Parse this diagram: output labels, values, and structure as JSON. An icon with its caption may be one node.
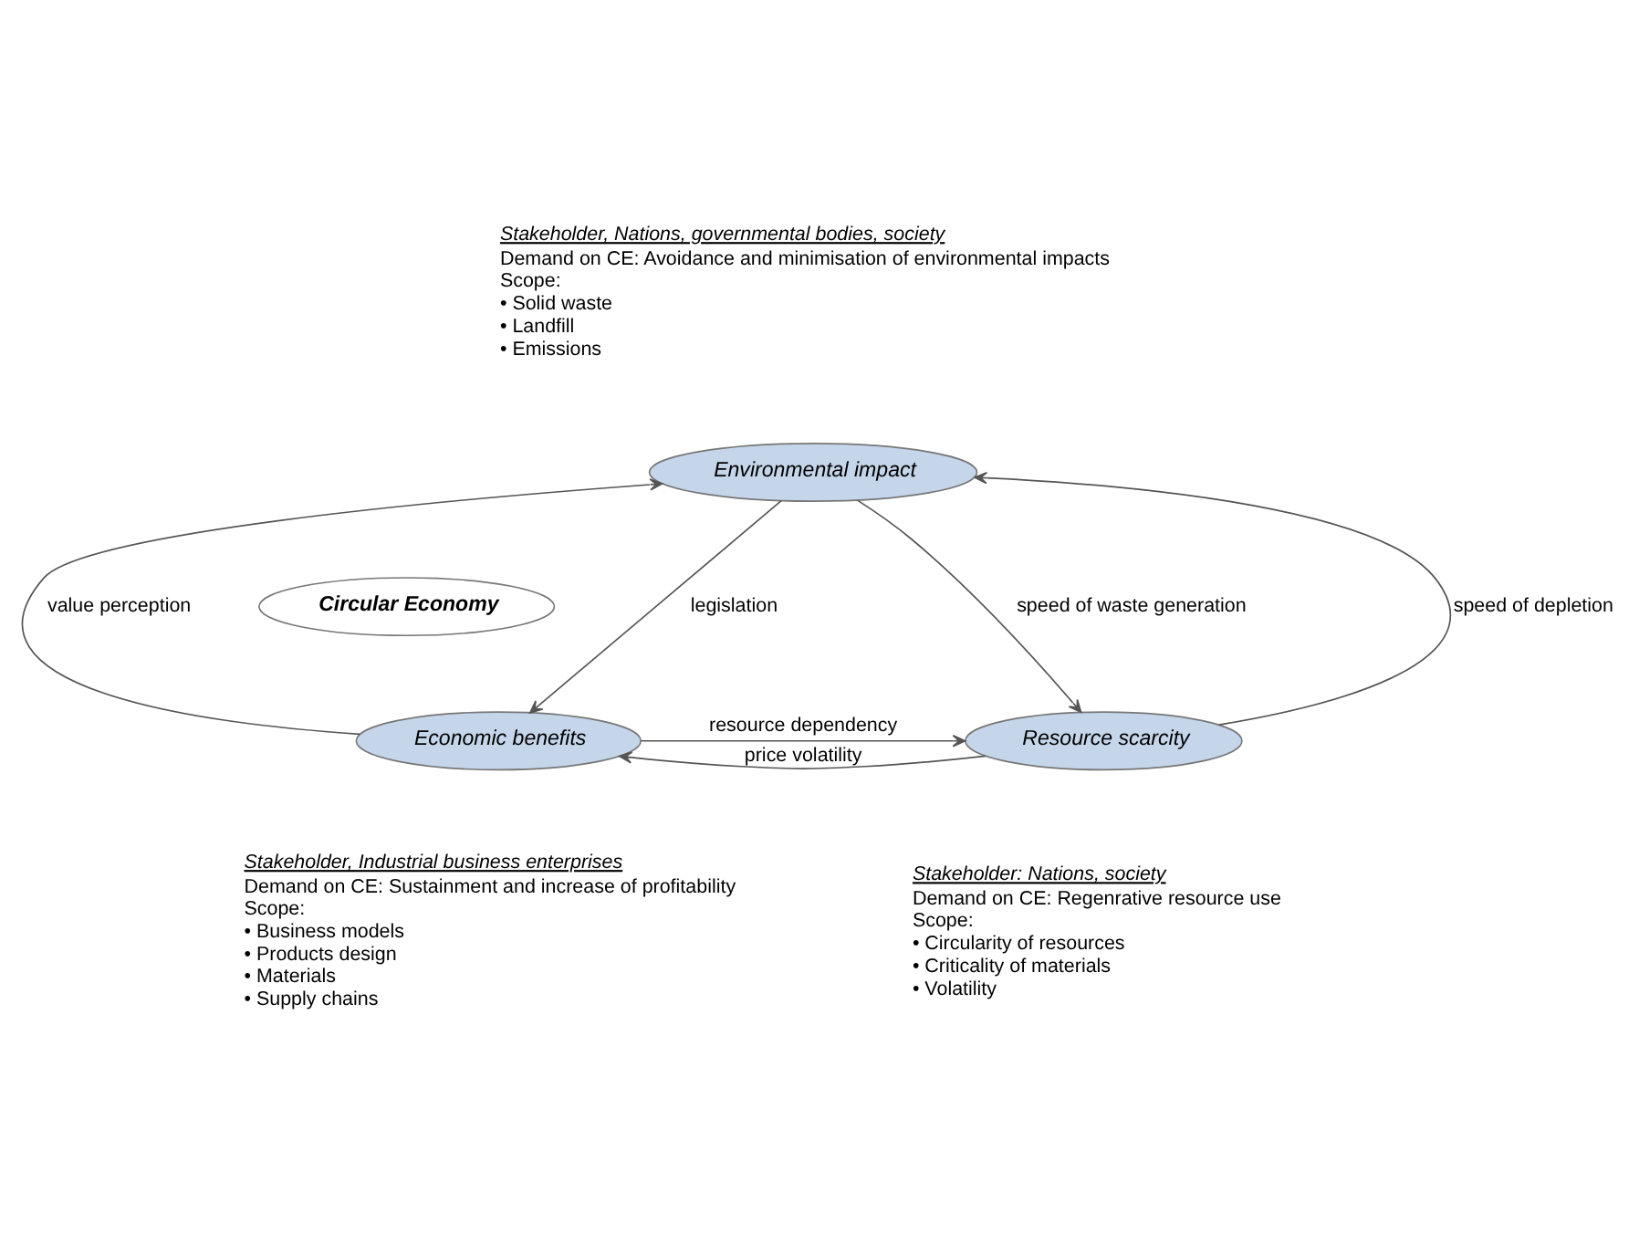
{
  "diagram": {
    "nodes": [
      {
        "text": [
          "Environmental impact"
        ],
        "beside": [
          "Stakeholder, Nations, governmental bodies, society",
          "Demand on CE: Avoidance and minimisation of environmental impacts",
          "Scope:",
          "• Solid waste",
          "• Landfill",
          "• Emissions"
        ]
      },
      {
        "text": [
          "Circular Economy"
        ]
      },
      {
        "text": [
          "Economic benefits"
        ],
        "beside": [
          "Stakeholder, Industrial business enterprises",
          "Demand on CE: Sustainment and increase of profitability",
          "Scope:",
          "• Business models",
          "• Products design",
          "• Materials",
          "• Supply chains"
        ]
      },
      {
        "text": [
          "Resource scarcity"
        ],
        "beside": [
          "Stakeholder: Nations, society",
          "Demand on CE: Regenrative resource use",
          "Scope:",
          "• Circularity of resources",
          "• Criticality of materials",
          "• Volatility"
        ]
      }
    ],
    "edges": [
      {
        "from": 2,
        "to": 0,
        "arrow": "to",
        "label": "value perception"
      },
      {
        "from": 0,
        "to": 2,
        "arrow": "to",
        "label": "legislation"
      },
      {
        "from": 3,
        "to": 0,
        "arrow": "to",
        "label": "speed of depletion"
      },
      {
        "from": 0,
        "to": 3,
        "arrow": "to",
        "label": "speed of waste generation"
      },
      {
        "from": 2,
        "to": 3,
        "arrow": "to",
        "label": "resource dependency"
      },
      {
        "from": 3,
        "to": 2,
        "arrow": "to",
        "label": "price volatility"
      }
    ]
  }
}
